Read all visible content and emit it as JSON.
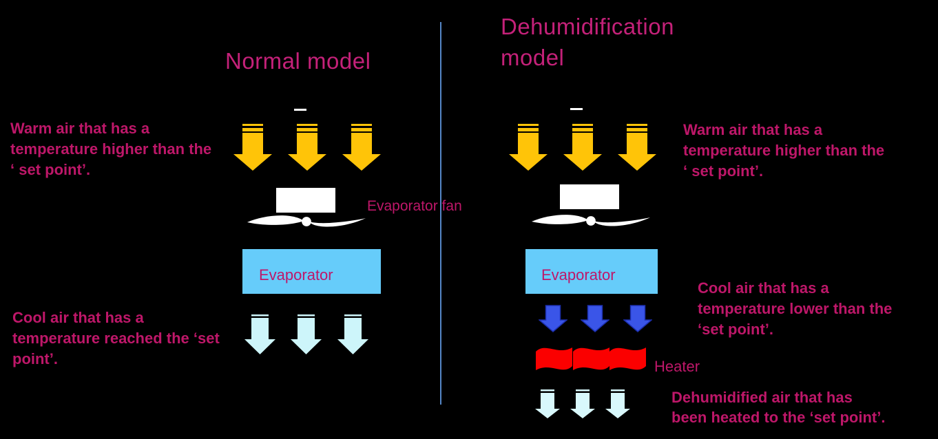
{
  "slide": {
    "background_color": "#000000",
    "divider_color": "#5587C8"
  },
  "colors": {
    "title_magenta": "#C42179",
    "note_magenta": "#BE1769",
    "warm_arrow_yellow": "#FFC408",
    "cool_arrow_cyan": "#CDF5FA",
    "cold_arrow_blue": "#3A55E8",
    "heater_red": "#FB0000",
    "evaporator_blue": "#66CCFA",
    "fan_white": "#FFFFFF"
  },
  "icons": {
    "warm_air_flow": "striped-down-arrow-icon",
    "cool_air_flow": "striped-down-arrow-icon",
    "cold_air_flow": "plain-down-arrow-icon",
    "dehumidified_air_flow": "small-striped-down-arrow-icon",
    "evaporator_fan": "propeller-icon",
    "heater": "heat-wave-icon"
  },
  "left_panel": {
    "title": "Normal model",
    "warm_air_note": [
      "Warm air that has a",
      "temperature higher than the",
      "‘ set point’."
    ],
    "fan_label": "Evaporator fan",
    "evaporator_label": "Evaporator",
    "cool_air_note": [
      "Cool air that has a",
      "temperature reached the ‘set",
      "point’."
    ]
  },
  "right_panel": {
    "title_lines": [
      "Dehumidification",
      "model"
    ],
    "warm_air_note": [
      "Warm air that has a",
      "temperature higher than the",
      "‘ set point’."
    ],
    "evaporator_label": "Evaporator",
    "cool_air_note": [
      "Cool air that has a",
      "temperature lower than the",
      "‘set point’."
    ],
    "heater_label": "Heater",
    "dehumidified_air_note": [
      "Dehumidified air that has",
      "been heated to the ‘set point’."
    ]
  }
}
